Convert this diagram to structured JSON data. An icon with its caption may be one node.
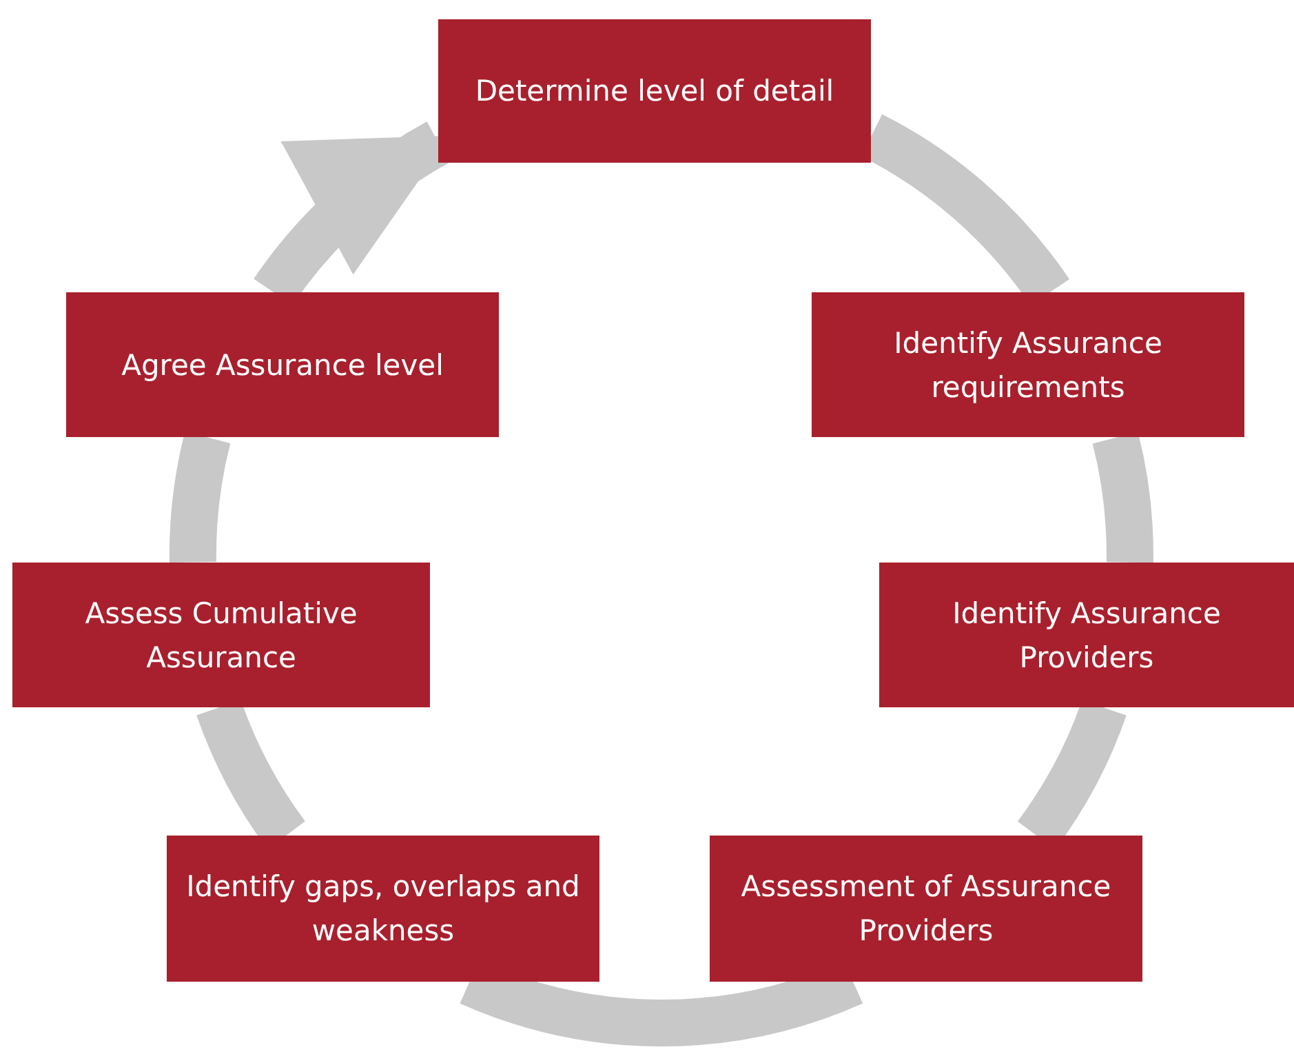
{
  "diagram": {
    "nodes": [
      {
        "text": [
          "Determine level of detail"
        ]
      },
      {
        "text": [
          "Identify Assurance requirements"
        ]
      },
      {
        "text": [
          "Identify Assurance Providers"
        ]
      },
      {
        "text": [
          "Assessment of Assurance Providers"
        ]
      },
      {
        "text": [
          "Identify gaps, overlaps and weakness"
        ]
      },
      {
        "text": [
          "Assess Cumulative Assurance"
        ]
      },
      {
        "text": [
          "Agree Assurance level"
        ]
      }
    ],
    "edges": [
      {
        "from": 0,
        "to": 1,
        "arrow": "none"
      },
      {
        "from": 1,
        "to": 2,
        "arrow": "none"
      },
      {
        "from": 2,
        "to": 3,
        "arrow": "none"
      },
      {
        "from": 3,
        "to": 4,
        "arrow": "none"
      },
      {
        "from": 4,
        "to": 5,
        "arrow": "none"
      },
      {
        "from": 5,
        "to": 6,
        "arrow": "none"
      },
      {
        "from": 6,
        "to": 0,
        "arrow": "to"
      }
    ]
  }
}
